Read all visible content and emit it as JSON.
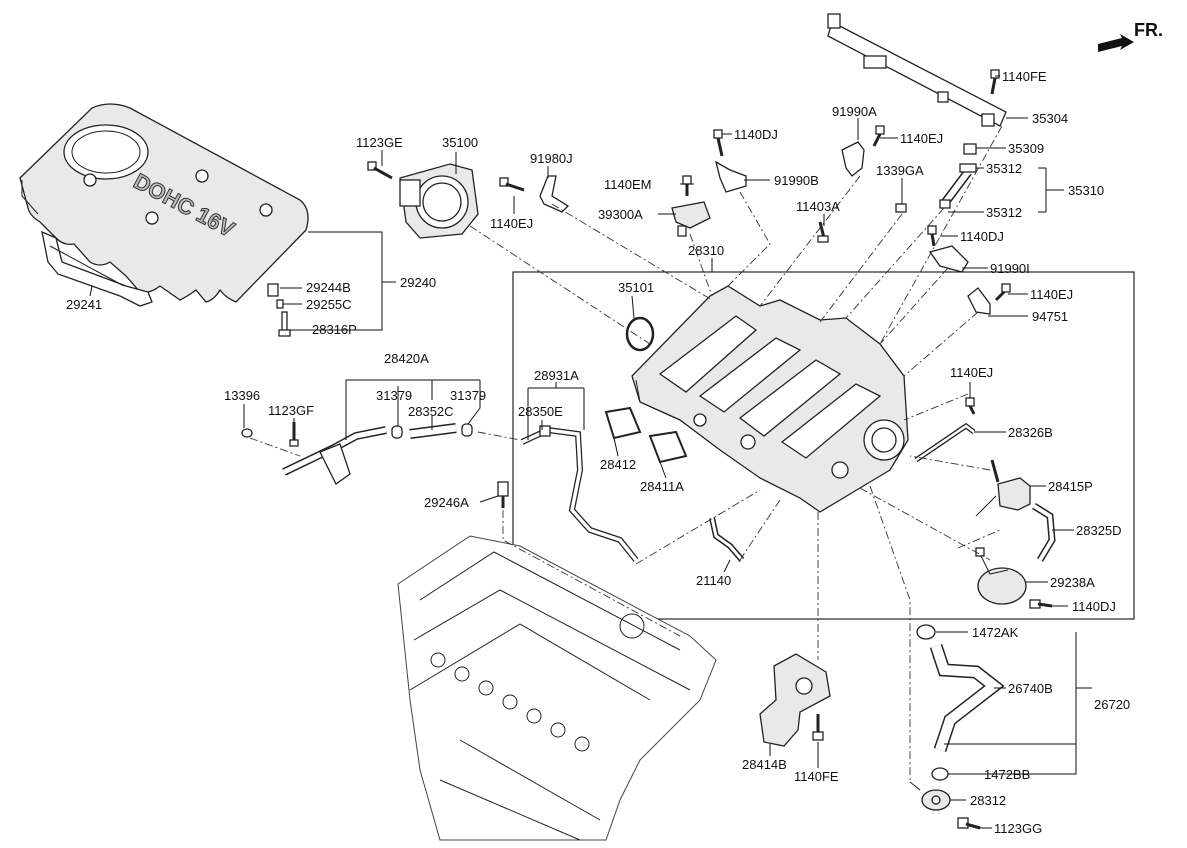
{
  "direction_label": "FR.",
  "engine_cover_emboss": "DOHC 16V",
  "labels": {
    "p1140FE_a": "1140FE",
    "p35304": "35304",
    "p91990A": "91990A",
    "p1140DJ_a": "1140DJ",
    "p1140EJ_a": "1140EJ",
    "p35309": "35309",
    "p35312_a": "35312",
    "p35310": "35310",
    "p35312_b": "35312",
    "p1123GE": "1123GE",
    "p35100": "35100",
    "p91980J": "91980J",
    "p1140EM": "1140EM",
    "p91990B": "91990B",
    "p1339GA": "1339GA",
    "p39300A": "39300A",
    "p1140EJ_b": "1140EJ",
    "p11403A": "11403A",
    "p1140DJ_b": "1140DJ",
    "p28310": "28310",
    "p91990I": "91990I",
    "p29244B": "29244B",
    "p29240": "29240",
    "p29255C": "29255C",
    "p28316P": "28316P",
    "p29241": "29241",
    "p35101": "35101",
    "p1140EJ_c": "1140EJ",
    "p94751": "94751",
    "p28420A": "28420A",
    "p28931A": "28931A",
    "p1140EJ_d": "1140EJ",
    "p13396": "13396",
    "p31379_a": "31379",
    "p31379_b": "31379",
    "p1123GF": "1123GF",
    "p28352C": "28352C",
    "p28350E": "28350E",
    "p28326B": "28326B",
    "p28412": "28412",
    "p28411A": "28411A",
    "p28415P": "28415P",
    "p29246A": "29246A",
    "p28325D": "28325D",
    "p21140": "21140",
    "p29238A": "29238A",
    "p1140DJ_c": "1140DJ",
    "p1472AK": "1472AK",
    "p26740B": "26740B",
    "p26720": "26720",
    "p28414B": "28414B",
    "p1140FE_b": "1140FE",
    "p1472BB": "1472BB",
    "p28312": "28312",
    "p1123GG": "1123GG"
  }
}
